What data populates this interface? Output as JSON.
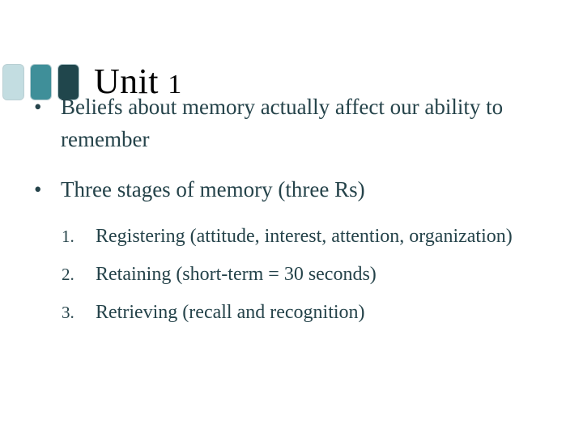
{
  "slide": {
    "background_color": "#ffffff",
    "title": {
      "text_main": "Unit",
      "text_numeral": "1",
      "full_text": "Unit 1",
      "color": "#000000"
    },
    "decoration": {
      "swatches": [
        {
          "name": "swatch-light",
          "color": "#c3dde1"
        },
        {
          "name": "swatch-medium",
          "color": "#3f8f99"
        },
        {
          "name": "swatch-dark",
          "color": "#20464c"
        }
      ],
      "border_color": "#b9cfd3"
    },
    "body": {
      "text_color": "#25434a",
      "bullet_glyph": "•",
      "bullets": [
        {
          "text": "Beliefs about memory actually affect our ability to remember"
        },
        {
          "text": "Three stages of memory (three Rs)"
        }
      ],
      "numbered_items": [
        {
          "number": "1.",
          "text": "Registering (attitude, interest, attention, organization)"
        },
        {
          "number": "2.",
          "text": "Retaining (short-term = 30 seconds)"
        },
        {
          "number": "3.",
          "text": "Retrieving (recall and recognition)"
        }
      ]
    }
  }
}
